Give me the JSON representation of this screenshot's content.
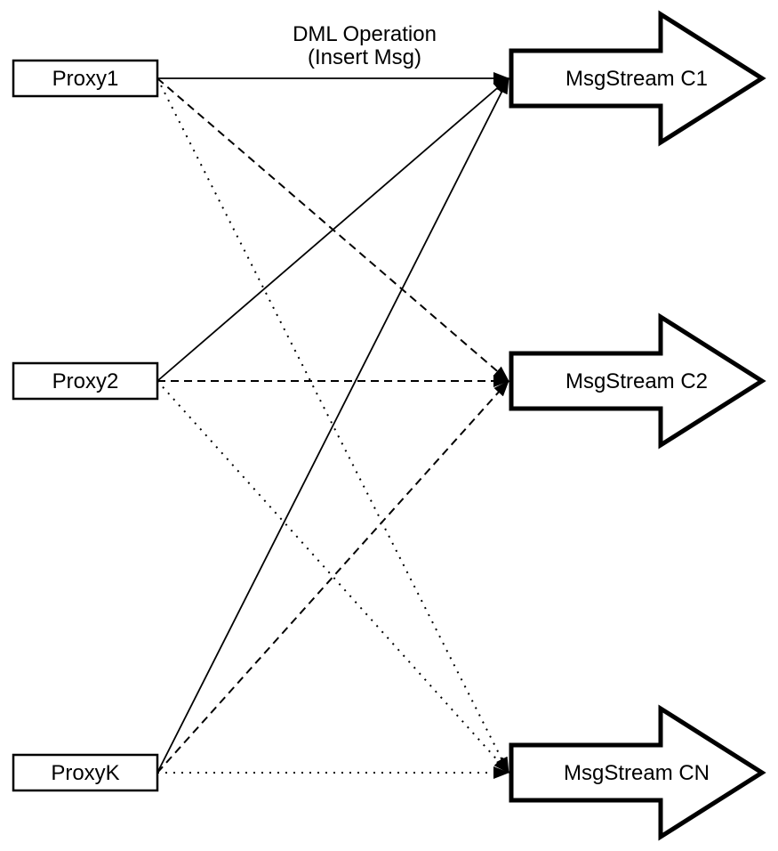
{
  "diagram": {
    "title_line1": "DML Operation",
    "title_line2": "(Insert Msg)",
    "proxies": [
      {
        "id": "proxy1",
        "label": "Proxy1"
      },
      {
        "id": "proxy2",
        "label": "Proxy2"
      },
      {
        "id": "proxyk",
        "label": "ProxyK"
      }
    ],
    "streams": [
      {
        "id": "c1",
        "label": "MsgStream C1"
      },
      {
        "id": "c2",
        "label": "MsgStream C2"
      },
      {
        "id": "cn",
        "label": "MsgStream CN"
      }
    ],
    "edges": [
      {
        "from": "proxy1",
        "to": "c1",
        "style": "solid"
      },
      {
        "from": "proxy2",
        "to": "c1",
        "style": "solid"
      },
      {
        "from": "proxyk",
        "to": "c1",
        "style": "solid"
      },
      {
        "from": "proxy1",
        "to": "c2",
        "style": "dashed"
      },
      {
        "from": "proxy2",
        "to": "c2",
        "style": "dashed"
      },
      {
        "from": "proxyk",
        "to": "c2",
        "style": "dashed"
      },
      {
        "from": "proxy1",
        "to": "cn",
        "style": "dotted"
      },
      {
        "from": "proxy2",
        "to": "cn",
        "style": "dotted"
      },
      {
        "from": "proxyk",
        "to": "cn",
        "style": "dotted"
      }
    ],
    "colors": {
      "line": "#000000",
      "background": "#ffffff"
    }
  }
}
